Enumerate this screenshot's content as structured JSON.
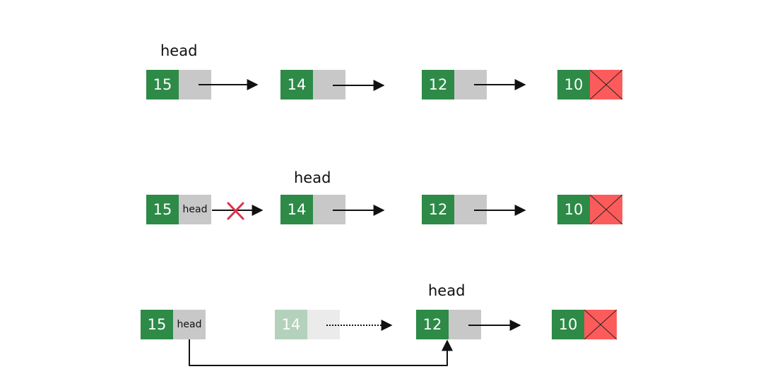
{
  "colors": {
    "value_fill": "#2d8a47",
    "pointer_fill": "#c8c8c8",
    "null_fill": "#fc5b5b",
    "faded_value_fill": "#b3d1bb",
    "faded_pointer_fill": "#ebebeb",
    "arrow": "#111111",
    "cross": "#d9334a"
  },
  "head_label": "head",
  "pointer_label": "head",
  "rows": [
    {
      "nodes": [
        {
          "value": "15",
          "pointer": "",
          "faded": false,
          "null": false
        },
        {
          "value": "14",
          "pointer": "",
          "faded": false,
          "null": false
        },
        {
          "value": "12",
          "pointer": "",
          "faded": false,
          "null": false
        },
        {
          "value": "10",
          "pointer": "",
          "faded": false,
          "null": true
        }
      ],
      "head_at": 0
    },
    {
      "nodes": [
        {
          "value": "15",
          "pointer": "head",
          "faded": false,
          "null": false
        },
        {
          "value": "14",
          "pointer": "",
          "faded": false,
          "null": false
        },
        {
          "value": "12",
          "pointer": "",
          "faded": false,
          "null": false
        },
        {
          "value": "10",
          "pointer": "",
          "faded": false,
          "null": true
        }
      ],
      "head_at": 1,
      "broken_link_after": 0
    },
    {
      "nodes": [
        {
          "value": "15",
          "pointer": "head",
          "faded": false,
          "null": false
        },
        {
          "value": "14",
          "pointer": "",
          "faded": true,
          "null": false
        },
        {
          "value": "12",
          "pointer": "",
          "faded": false,
          "null": false
        },
        {
          "value": "10",
          "pointer": "",
          "faded": false,
          "null": true
        }
      ],
      "head_at": 2,
      "dotted_link_after": 1,
      "bypass_link": {
        "from": 0,
        "to": 2
      }
    }
  ]
}
